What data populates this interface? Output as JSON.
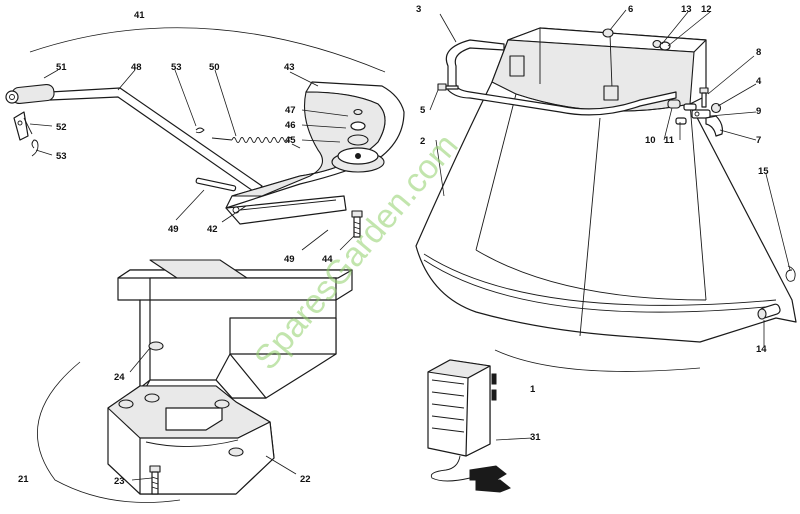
{
  "watermark": {
    "text": "SparesGarden.com",
    "color": "#8fcf6a"
  },
  "callouts": {
    "c1": "1",
    "c2": "2",
    "c3": "3",
    "c4": "4",
    "c5": "5",
    "c6": "6",
    "c7": "7",
    "c8": "8",
    "c9": "9",
    "c10": "10",
    "c11": "11",
    "c12": "12",
    "c13": "13",
    "c14": "14",
    "c15": "15",
    "c21": "21",
    "c22": "22",
    "c23": "23",
    "c24": "24",
    "c31": "31",
    "c41": "41",
    "c42": "42",
    "c43": "43",
    "c44": "44",
    "c45": "45",
    "c46": "46",
    "c47": "47",
    "c48": "48",
    "c49a": "49",
    "c49b": "49",
    "c50": "50",
    "c51": "51",
    "c52": "52",
    "c53a": "53",
    "c53b": "53"
  }
}
